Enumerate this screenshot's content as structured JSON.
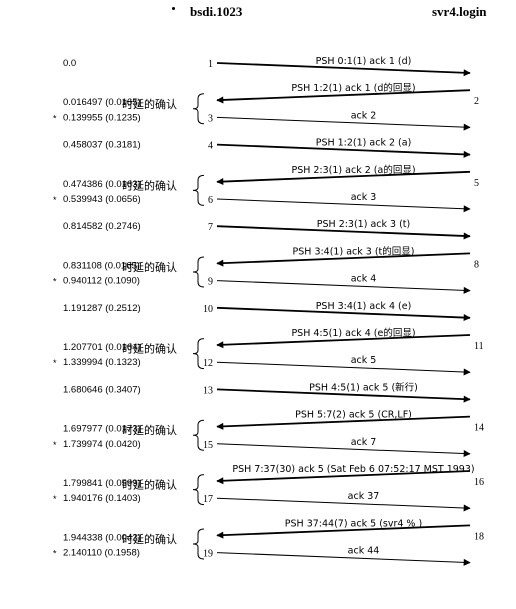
{
  "header": {
    "left_host": "bsdi.1023",
    "right_host": "svr4.login"
  },
  "delayed_ack_label": "时延的确认",
  "segments": [
    {
      "num": "1",
      "dir": "r",
      "label": "PSH  0:1(1) ack 1  (d)",
      "time": "0.0"
    },
    {
      "num": "2",
      "dir": "l",
      "label": "PSH  1:2(1) ack 1  (d的回显)",
      "time": "0.016497 (0.0165)"
    },
    {
      "num": "3",
      "dir": "r",
      "label": "ack 2",
      "time": "0.139955 (0.1235)",
      "star": true
    },
    {
      "num": "4",
      "dir": "r",
      "label": "PSH  1:2(1) ack 2  (a)",
      "time": "0.458037 (0.3181)"
    },
    {
      "num": "5",
      "dir": "l",
      "label": "PSH  2:3(1) ack 2  (a的回显)",
      "time": "0.474386 (0.0163)"
    },
    {
      "num": "6",
      "dir": "r",
      "label": "ack 3",
      "time": "0.539943 (0.0656)",
      "star": true
    },
    {
      "num": "7",
      "dir": "r",
      "label": "PSH  2:3(1) ack 3  (t)",
      "time": "0.814582 (0.2746)"
    },
    {
      "num": "8",
      "dir": "l",
      "label": "PSH  3:4(1) ack 3  (t的回显)",
      "time": "0.831108 (0.0165)"
    },
    {
      "num": "9",
      "dir": "r",
      "label": "ack 4",
      "time": "0.940112 (0.1090)",
      "star": true
    },
    {
      "num": "10",
      "dir": "r",
      "label": "PSH  3:4(1) ack 4  (e)",
      "time": "1.191287 (0.2512)"
    },
    {
      "num": "11",
      "dir": "l",
      "label": "PSH  4:5(1) ack 4  (e的回显)",
      "time": "1.207701 (0.0164)"
    },
    {
      "num": "12",
      "dir": "r",
      "label": "ack 5",
      "time": "1.339994 (0.1323)",
      "star": true
    },
    {
      "num": "13",
      "dir": "r",
      "label": "PSH  4:5(1) ack 5  (新行)",
      "time": "1.680646 (0.3407)"
    },
    {
      "num": "14",
      "dir": "l",
      "label": "PSH  5:7(2) ack 5  (CR,LF)",
      "time": "1.697977 (0.0173)"
    },
    {
      "num": "15",
      "dir": "r",
      "label": "ack 7",
      "time": "1.739974 (0.0420)",
      "star": true
    },
    {
      "num": "16",
      "dir": "l",
      "label": "PSH  7:37(30) ack 5  (Sat Feb  6 07:52:17 MST 1993)",
      "time": "1.799841 (0.0599)"
    },
    {
      "num": "17",
      "dir": "r",
      "label": "ack 37",
      "time": "1.940176 (0.1403)",
      "star": true
    },
    {
      "num": "18",
      "dir": "l",
      "label": "PSH  37:44(7) ack 5  (svr4 % )",
      "time": "1.944338 (0.0042)"
    },
    {
      "num": "19",
      "dir": "r",
      "label": "ack 44",
      "time": "2.140110 (0.1958)",
      "star": true
    }
  ]
}
